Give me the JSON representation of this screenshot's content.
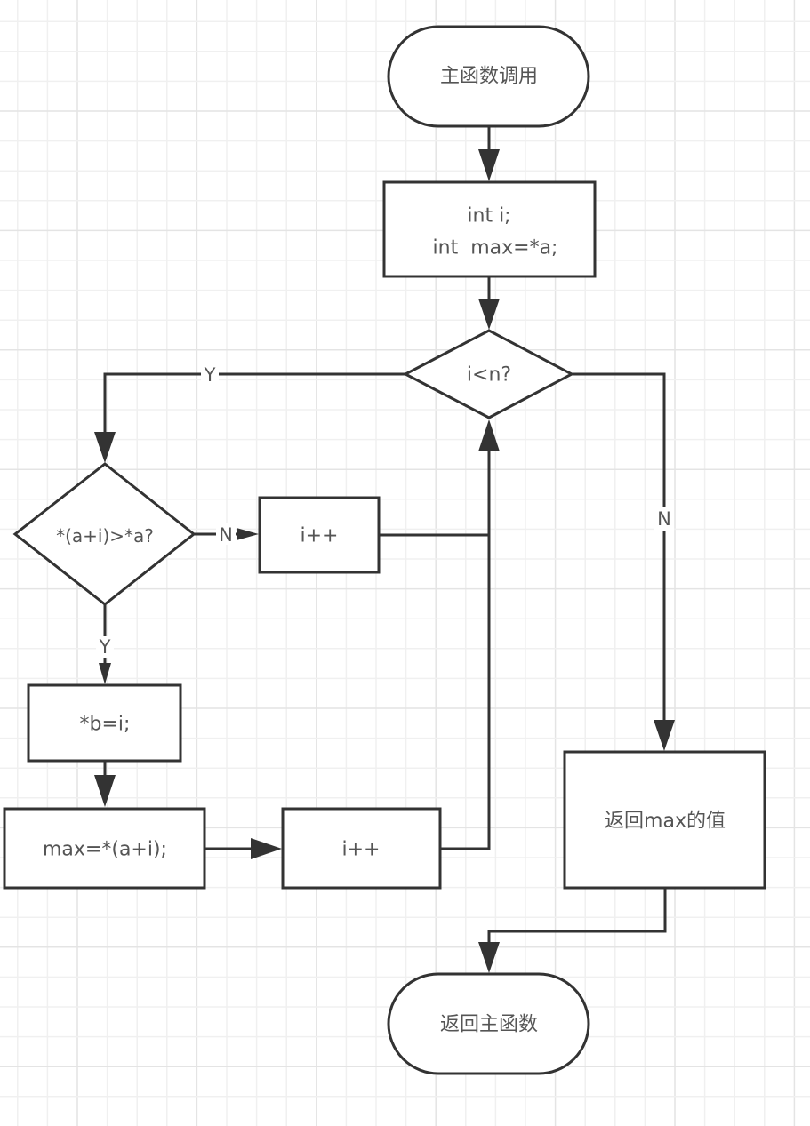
{
  "diagram": {
    "type": "flowchart",
    "nodes": {
      "start": {
        "shape": "terminator",
        "label": "主函数调用"
      },
      "init": {
        "shape": "process",
        "lines": [
          "int i;",
          "int  max=*a;"
        ]
      },
      "loop_check": {
        "shape": "decision",
        "label": "i<n?"
      },
      "compare": {
        "shape": "decision",
        "label": "*(a+i)>*a?"
      },
      "inc_no": {
        "shape": "process",
        "label": "i++"
      },
      "assign_b": {
        "shape": "process",
        "label": "*b=i;"
      },
      "assign_max": {
        "shape": "process",
        "label": "max=*(a+i);"
      },
      "inc_yes": {
        "shape": "process",
        "label": "i++"
      },
      "return_max": {
        "shape": "process",
        "label": "返回max的值"
      },
      "end": {
        "shape": "terminator",
        "label": "返回主函数"
      }
    },
    "edges": {
      "start_init": {
        "from": "start",
        "to": "init",
        "label": ""
      },
      "init_check": {
        "from": "init",
        "to": "loop_check",
        "label": ""
      },
      "check_compare": {
        "from": "loop_check",
        "to": "compare",
        "label": "Y"
      },
      "check_return": {
        "from": "loop_check",
        "to": "return_max",
        "label": "N"
      },
      "compare_inc_no": {
        "from": "compare",
        "to": "inc_no",
        "label": "N"
      },
      "compare_assign_b": {
        "from": "compare",
        "to": "assign_b",
        "label": "Y"
      },
      "assign_b_max": {
        "from": "assign_b",
        "to": "assign_max",
        "label": ""
      },
      "max_inc_yes": {
        "from": "assign_max",
        "to": "inc_yes",
        "label": ""
      },
      "inc_yes_check": {
        "from": "inc_yes",
        "to": "loop_check",
        "label": ""
      },
      "inc_no_check": {
        "from": "inc_no",
        "to": "loop_check",
        "label": ""
      },
      "return_end": {
        "from": "return_max",
        "to": "end",
        "label": ""
      }
    }
  }
}
